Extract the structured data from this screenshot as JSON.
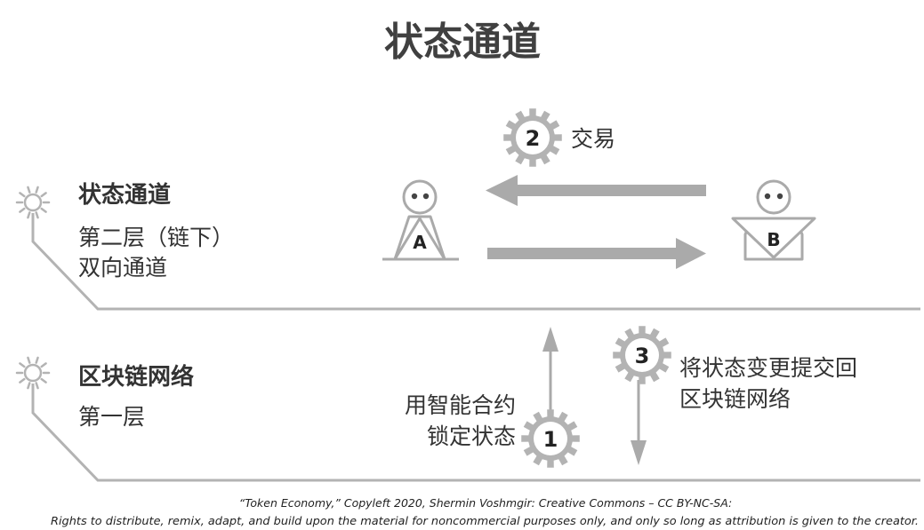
{
  "title": "状态通道",
  "layers": {
    "offchain": {
      "title": "状态通道",
      "lines": [
        "第二层（链下）",
        "双向通道"
      ]
    },
    "onchain": {
      "title": "区块链网络",
      "lines": [
        "第一层"
      ]
    }
  },
  "steps": {
    "step1": {
      "number": "1",
      "lines": [
        "用智能合约",
        "锁定状态"
      ]
    },
    "step2": {
      "number": "2",
      "lines": [
        "交易"
      ]
    },
    "step3": {
      "number": "3",
      "lines": [
        "将状态变更提交回",
        "区块链网络"
      ]
    }
  },
  "parties": {
    "a": "A",
    "b": "B"
  },
  "credit": {
    "line1": "“Token Economy,” Copyleft 2020, Shermin Voshmgir: Creative Commons – CC BY-NC-SA:",
    "line2": "Rights to distribute, remix, adapt, and build upon the material  for noncommercial purposes only, and only so long as attribution is given to the creator."
  },
  "colors": {
    "line": "#b3b3b3",
    "arrow": "#aaaaaa",
    "gear": "#b3b3b3",
    "text": "#333333"
  }
}
